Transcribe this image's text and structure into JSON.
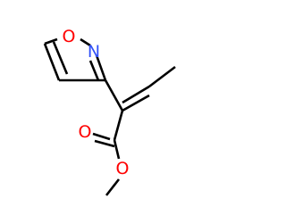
{
  "molecule": {
    "atoms": [
      {
        "symbol": "O",
        "color": "#ff0000"
      },
      {
        "symbol": "N",
        "color": "#3050f8"
      },
      {
        "symbol": "O",
        "color": "#ff0000"
      },
      {
        "symbol": "O",
        "color": "#ff0000"
      }
    ]
  }
}
